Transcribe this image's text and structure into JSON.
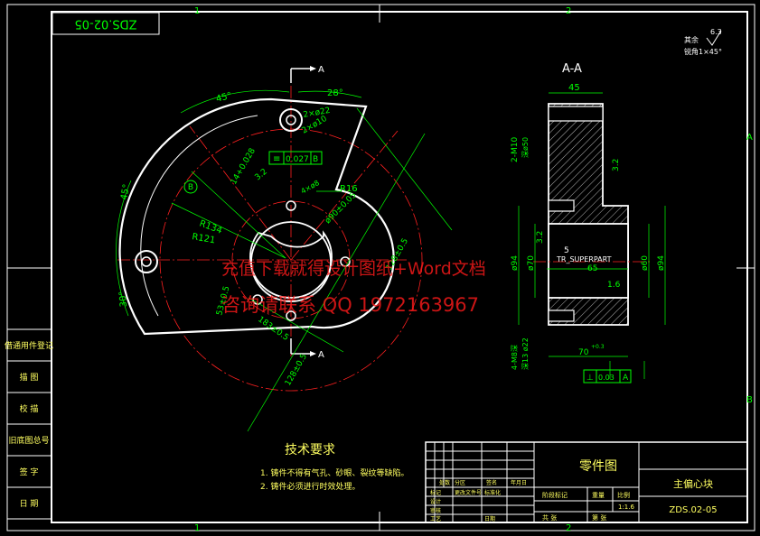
{
  "drawing_number": "ZDS.02-05",
  "zone_labels": {
    "top1": "1",
    "top2": "2",
    "top1b": "1",
    "top2b": "2",
    "side_a": "A",
    "side_b": "B"
  },
  "section_mark": "A",
  "section_title": "A-A",
  "roughness_note": {
    "value": "6.3",
    "line1": "其余",
    "line2": "锐角1×45°"
  },
  "front_view": {
    "dim_45deg": "45°",
    "dim_28deg": "28°",
    "hole_2x22": "2×ø22",
    "hole_2x10": "2×ø10",
    "hole_4x8": "4×ø8",
    "r16": "R16",
    "r134": "R134",
    "r121": "R121",
    "dim_45deg_left": "45°",
    "dim_30deg": "30°",
    "dia_90": "ø90±0.05",
    "dim_128a": "128±0.5",
    "dim_128b": "128±0.5",
    "dim_183": "183±0.5",
    "dim_53": "53±0.5",
    "datum_b": "B",
    "tol_symbol": "≡",
    "tol_value": "0.027",
    "tol_ref": "B",
    "width_tol": "14+0.028",
    "roughness": "3.2"
  },
  "section_view": {
    "dim_45": "45",
    "thread": "2-M10",
    "depth": "深ø50",
    "d94_left": "ø94",
    "d70": "ø70",
    "d5": "5",
    "insert_label": "TR_SUPERPART",
    "d65": "65",
    "d60": "ø60",
    "d94_right": "ø94",
    "rough_32a": "3.2",
    "rough_32b": "3.2",
    "rough_16": "1.6",
    "bolt_holes": "4-M8深",
    "bolt_depth": "深13 ø22",
    "dim_70": "70",
    "dim_70_tol": "+0.3",
    "tol_perp": "⊥",
    "tol_val": "0.03",
    "tol_ref": "A",
    "datum_a": "A"
  },
  "watermark": {
    "line1": "充值下载就得设计图纸+Word文档",
    "line2": "咨询请联系 QQ 1972163967"
  },
  "tech_req": {
    "title": "技术要求",
    "item1": "1. 铸件不得有气孔、砂眼、裂纹等缺陷。",
    "item2": "2. 铸件必须进行时效处理。"
  },
  "left_table": [
    "借通用件登记",
    "描  图",
    "校  描",
    "旧底图总号",
    "签  字",
    "日  期"
  ],
  "title_block": {
    "part_type": "零件图",
    "part_name": "主偏心块",
    "drawing_code": "ZDS.02-05",
    "cells": [
      "标记",
      "处数",
      "分区",
      "更改文件号",
      "签名",
      "年月日",
      "设计",
      "标准化",
      "审核",
      "工艺",
      "日期",
      "阶段标记",
      "重量",
      "比例",
      "1:1.6",
      "共  张",
      "第  张"
    ]
  },
  "colors": {
    "outline": "#ffffff",
    "dimension": "#00ff00",
    "center": "#ff2020",
    "hatch": "#ffffff",
    "watermark": "#ff1a1a",
    "text_yellow": "#ffff60"
  }
}
